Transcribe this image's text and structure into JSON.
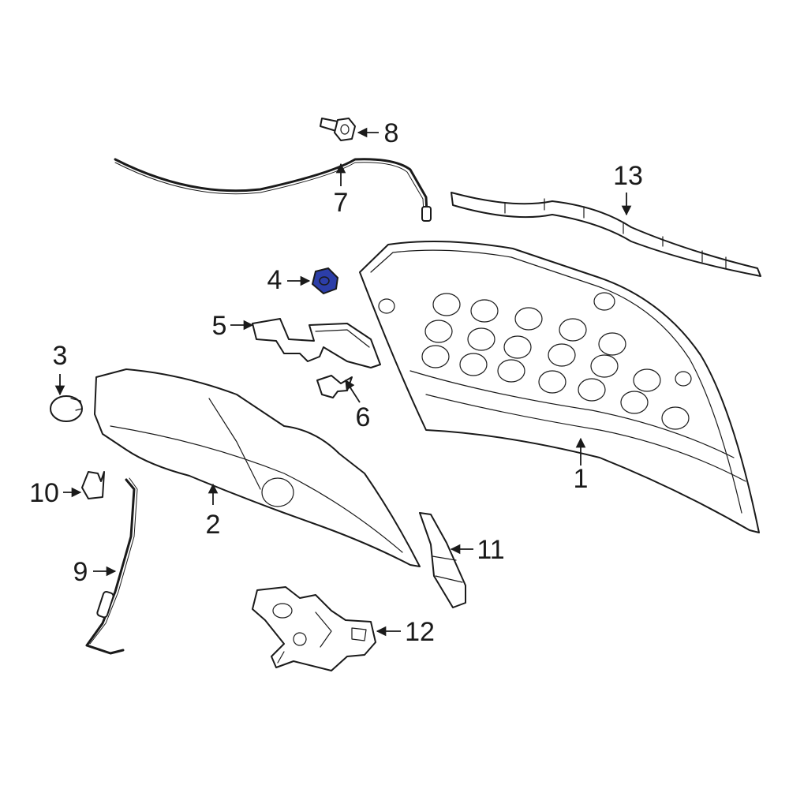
{
  "callouts": {
    "c1": "1",
    "c2": "2",
    "c3": "3",
    "c4": "4",
    "c5": "5",
    "c6": "6",
    "c7": "7",
    "c8": "8",
    "c9": "9",
    "c10": "10",
    "c11": "11",
    "c12": "12",
    "c13": "13"
  },
  "highlight": {
    "part": "4",
    "color": "#2c3ea8"
  },
  "line_color": "#1a1a1a",
  "background": "#ffffff"
}
